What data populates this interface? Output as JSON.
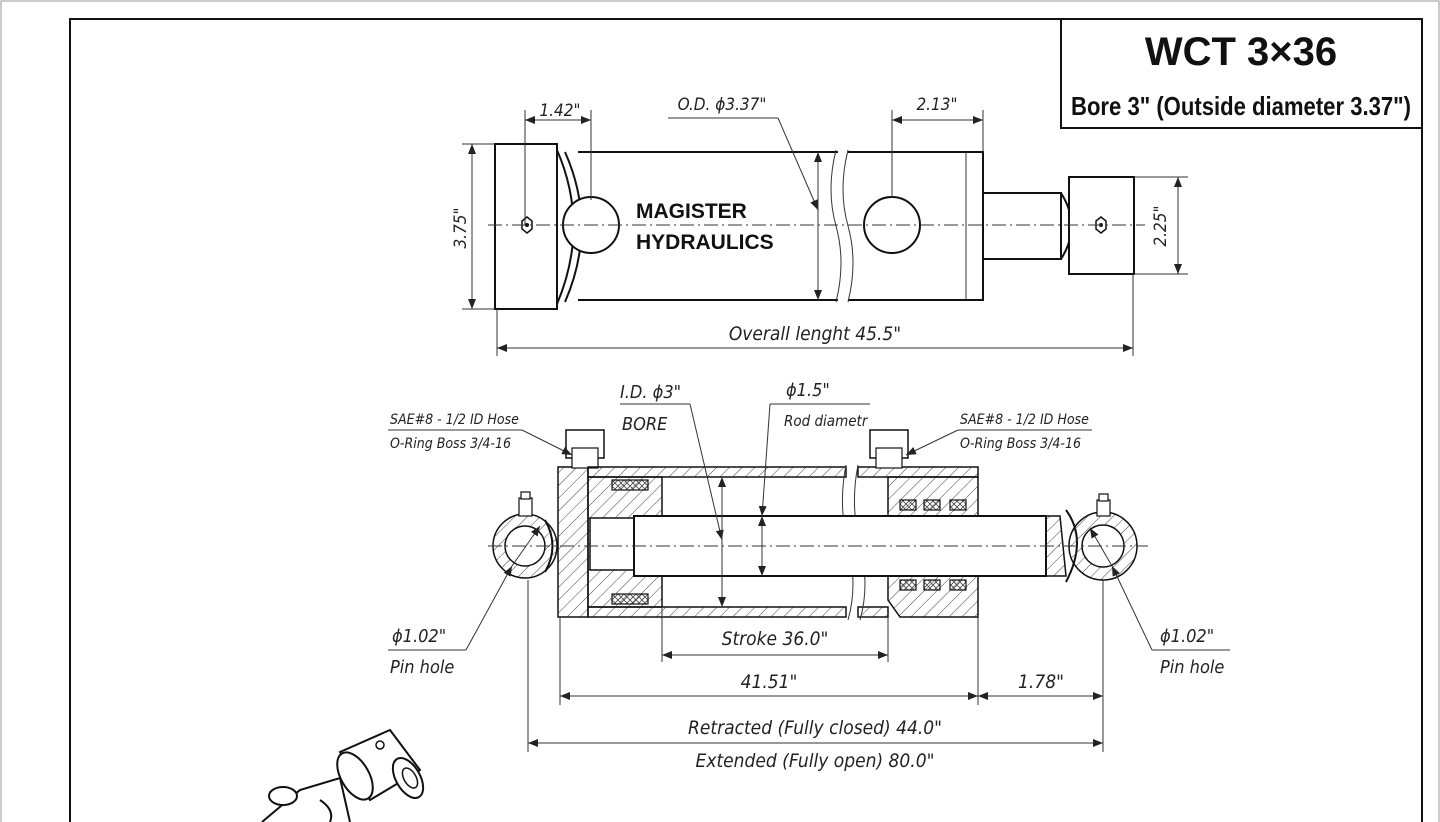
{
  "title_block": {
    "model": "WCT 3×36",
    "subtitle": "Bore 3\" (Outside diameter 3.37\")"
  },
  "brand": {
    "line1": "MAGISTER",
    "line2": "HYDRAULICS"
  },
  "top_view": {
    "dim_cap_width": "1.42\"",
    "dim_od": "O.D. ϕ3.37\"",
    "dim_rod_end": "2.13\"",
    "dim_height": "3.75\"",
    "dim_rod_eye_height": "2.25\"",
    "dim_overall": "Overall lenght 45.5\""
  },
  "section_view": {
    "bore_label": "I.D. ϕ3\"",
    "bore_word": "BORE",
    "rod_label": "ϕ1.5\"",
    "rod_word": "Rod diametr",
    "port_left_1": "SAE#8 - 1/2 ID Hose",
    "port_left_2": "O-Ring Boss 3/4-16",
    "port_right_1": "SAE#8 - 1/2 ID Hose",
    "port_right_2": "O-Ring Boss 3/4-16",
    "pin_left_dia": "ϕ1.02\"",
    "pin_left_word": "Pin hole",
    "pin_right_dia": "ϕ1.02\"",
    "pin_right_word": "Pin hole",
    "stroke": "Stroke 36.0\"",
    "dim_body": "41.51\"",
    "dim_gland": "1.78\"",
    "retracted": "Retracted (Fully closed) 44.0\"",
    "extended": "Extended (Fully open) 80.0\""
  }
}
